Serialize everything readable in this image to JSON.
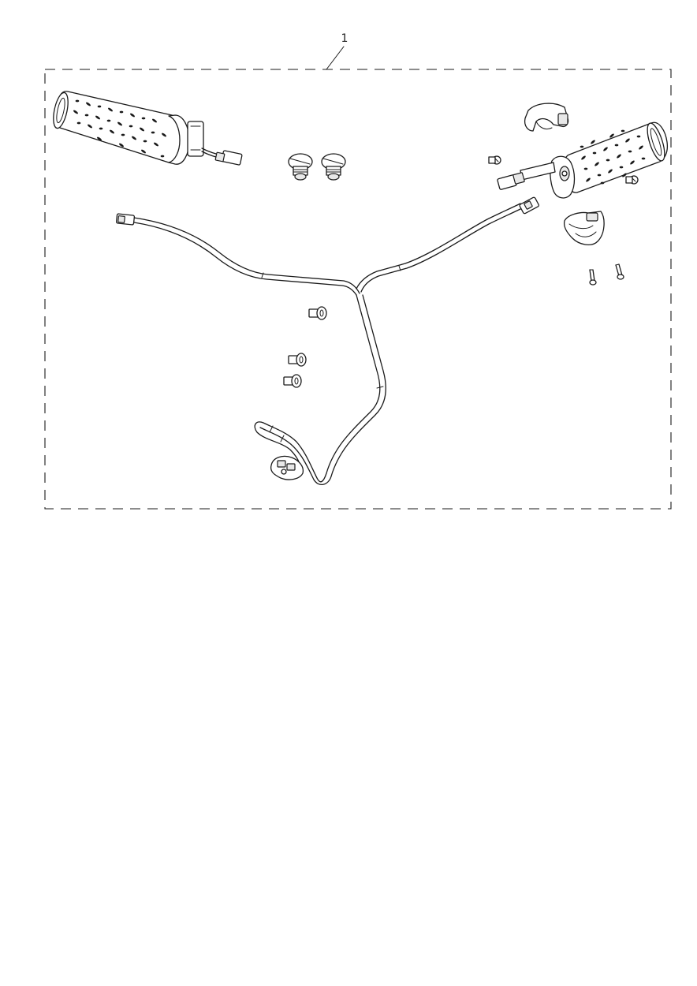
{
  "diagram": {
    "callouts": [
      {
        "id": "kit",
        "label": "1"
      }
    ],
    "parts": [
      "left-heated-grip",
      "right-heated-grip",
      "bar-end-plug",
      "bar-end-plug",
      "switch-housing-upper",
      "switch-housing-lower",
      "wiring-harness",
      "screw",
      "screw",
      "screw",
      "screw",
      "screw",
      "screw",
      "screw",
      "screw"
    ],
    "colors": {
      "line": "#1a1a1a",
      "background": "#ffffff",
      "shade": "#e8e8e8"
    }
  }
}
